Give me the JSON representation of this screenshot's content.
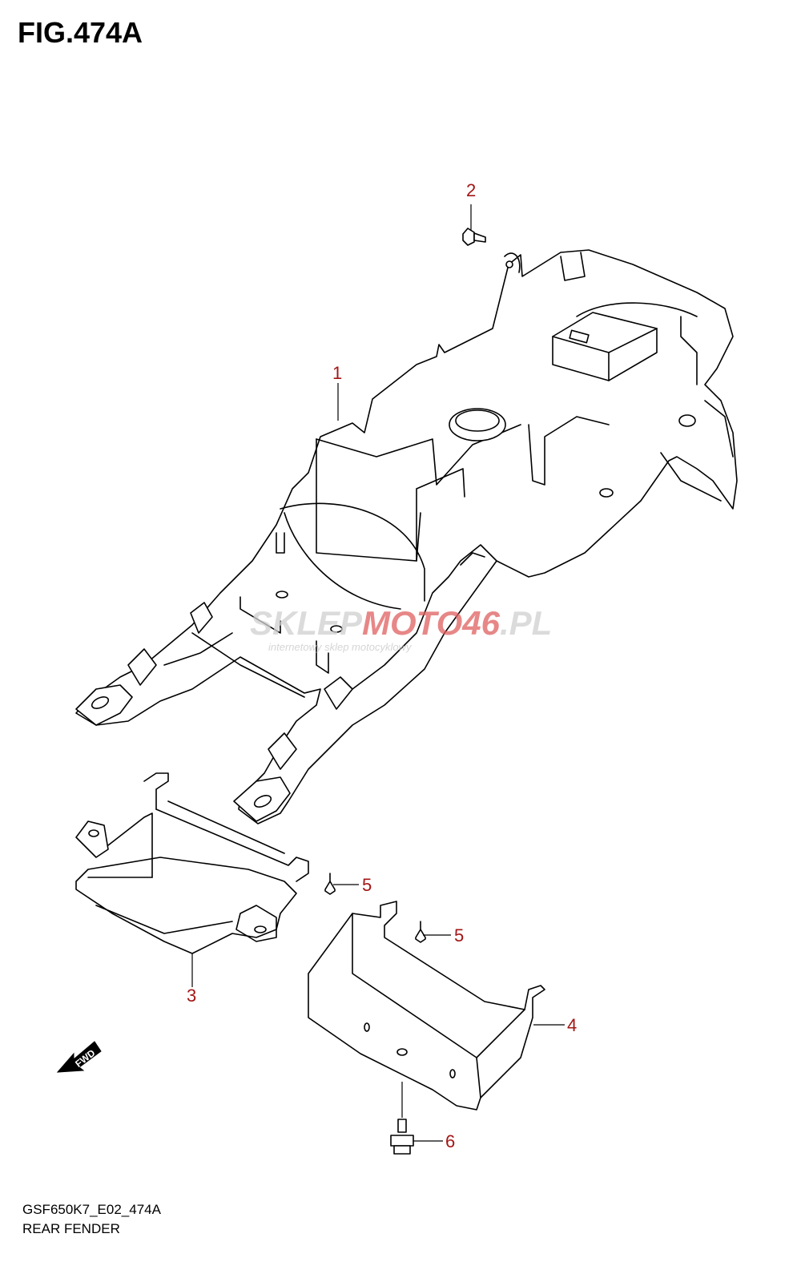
{
  "figure_title": "FIG.474A",
  "callouts": [
    "1",
    "2",
    "3",
    "4",
    "5",
    "5",
    "6"
  ],
  "watermark": {
    "brand_part1": "SKLEP",
    "brand_part2": "MOTO",
    "brand_part3": "46",
    "brand_part4": ".PL",
    "tagline": "internetowy sklep motocyklowy",
    "colors": {
      "grey": "#cfcfcf",
      "red": "#e06060"
    }
  },
  "fwd_label": "FWD",
  "footer": {
    "diagram_code": "GSF650K7_E02_474A",
    "section_name": "REAR FENDER"
  },
  "colors": {
    "callout": "#a31515",
    "lines": "#000000"
  }
}
